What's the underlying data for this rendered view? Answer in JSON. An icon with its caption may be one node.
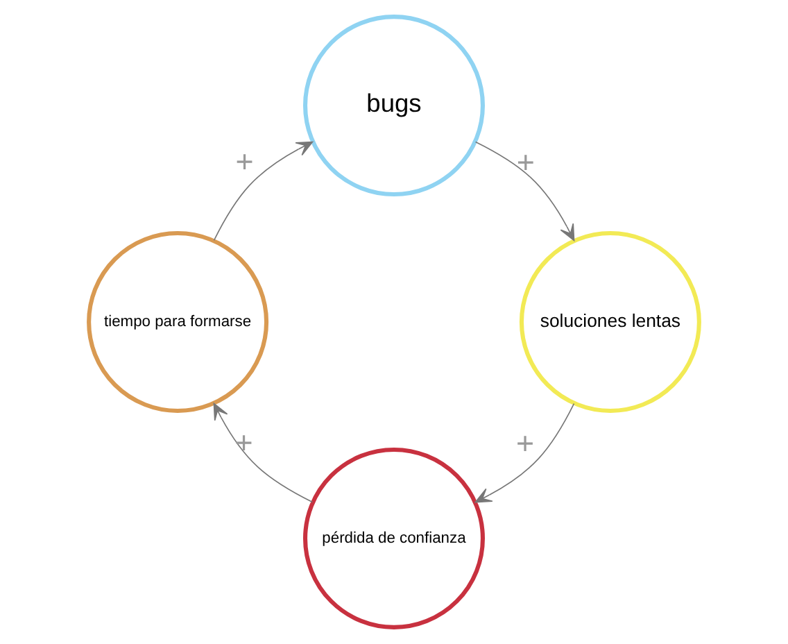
{
  "diagram": {
    "nodes": [
      {
        "text": [
          "bugs"
        ]
      },
      {
        "text": [
          "tiempo para formarse"
        ]
      },
      {
        "text": [
          "soluciones lentas"
        ]
      },
      {
        "text": [
          "pérdida de confianza"
        ]
      }
    ],
    "edges": [
      {
        "from": 0,
        "to": 2,
        "arrow": "to",
        "label": "+"
      },
      {
        "from": 2,
        "to": 3,
        "arrow": "to",
        "label": "+"
      },
      {
        "from": 3,
        "to": 1,
        "arrow": "to",
        "label": "+"
      },
      {
        "from": 1,
        "to": 0,
        "arrow": "to",
        "label": "+"
      }
    ]
  }
}
